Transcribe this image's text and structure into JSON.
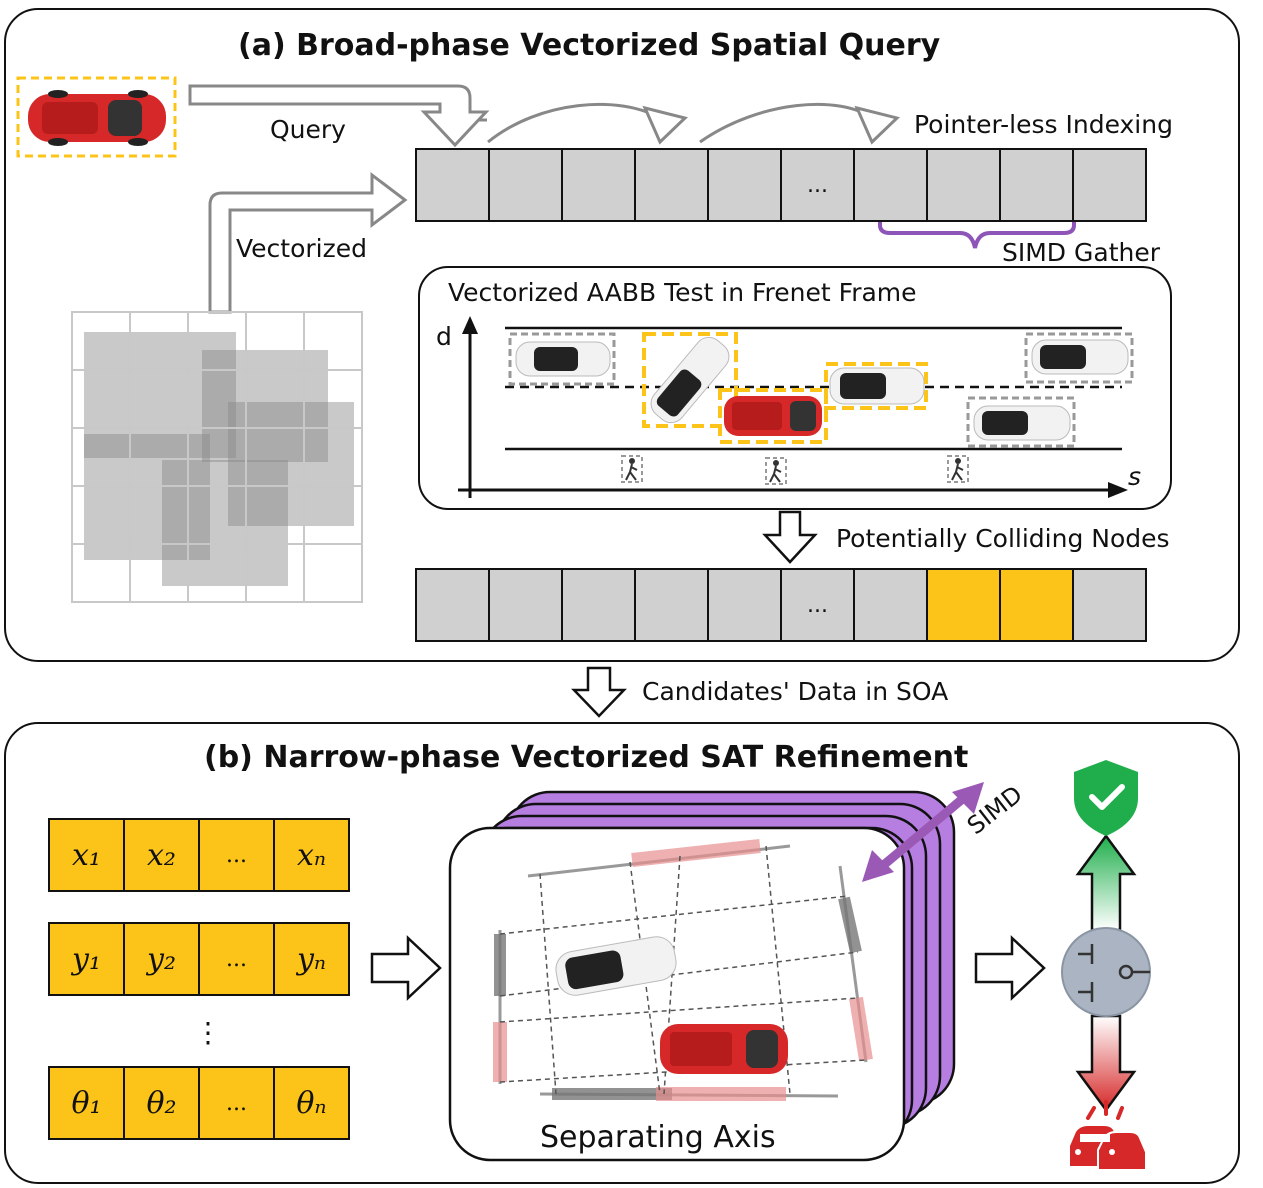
{
  "panel_a": {
    "title": "(a) Broad-phase Vectorized Spatial Query",
    "query_label": "Query",
    "indexing_label": "Pointer-less Indexing",
    "vectorized_label": "Vectorized",
    "gather_label": "SIMD Gather",
    "frenet_title": "Vectorized AABB Test in Frenet Frame",
    "axis_d": "d",
    "axis_s": "s",
    "colliding_label": "Potentially Colliding Nodes",
    "array_top": [
      "",
      "",
      "",
      "",
      "",
      "...",
      "",
      "",
      "",
      ""
    ],
    "array_bottom": [
      "",
      "",
      "",
      "",
      "",
      "...",
      "",
      "",
      "",
      ""
    ]
  },
  "between_label": "Candidates' Data in SOA",
  "panel_b": {
    "title": "(b) Narrow-phase Vectorized SAT Refinement",
    "simd_label": "SIMD",
    "sat_label": "Separating Axis",
    "row_x": [
      "x₁",
      "x₂",
      "...",
      "xₙ"
    ],
    "row_y": [
      "y₁",
      "y₂",
      "...",
      "yₙ"
    ],
    "vdots": "⋮",
    "row_theta": [
      "θ₁",
      "θ₂",
      "...",
      "θₙ"
    ]
  },
  "colors": {
    "yellow": "#fcc419",
    "gray_cell": "#d0d0d0",
    "purple": "#9b59b6",
    "green": "#1fae4b",
    "red": "#d62828"
  }
}
